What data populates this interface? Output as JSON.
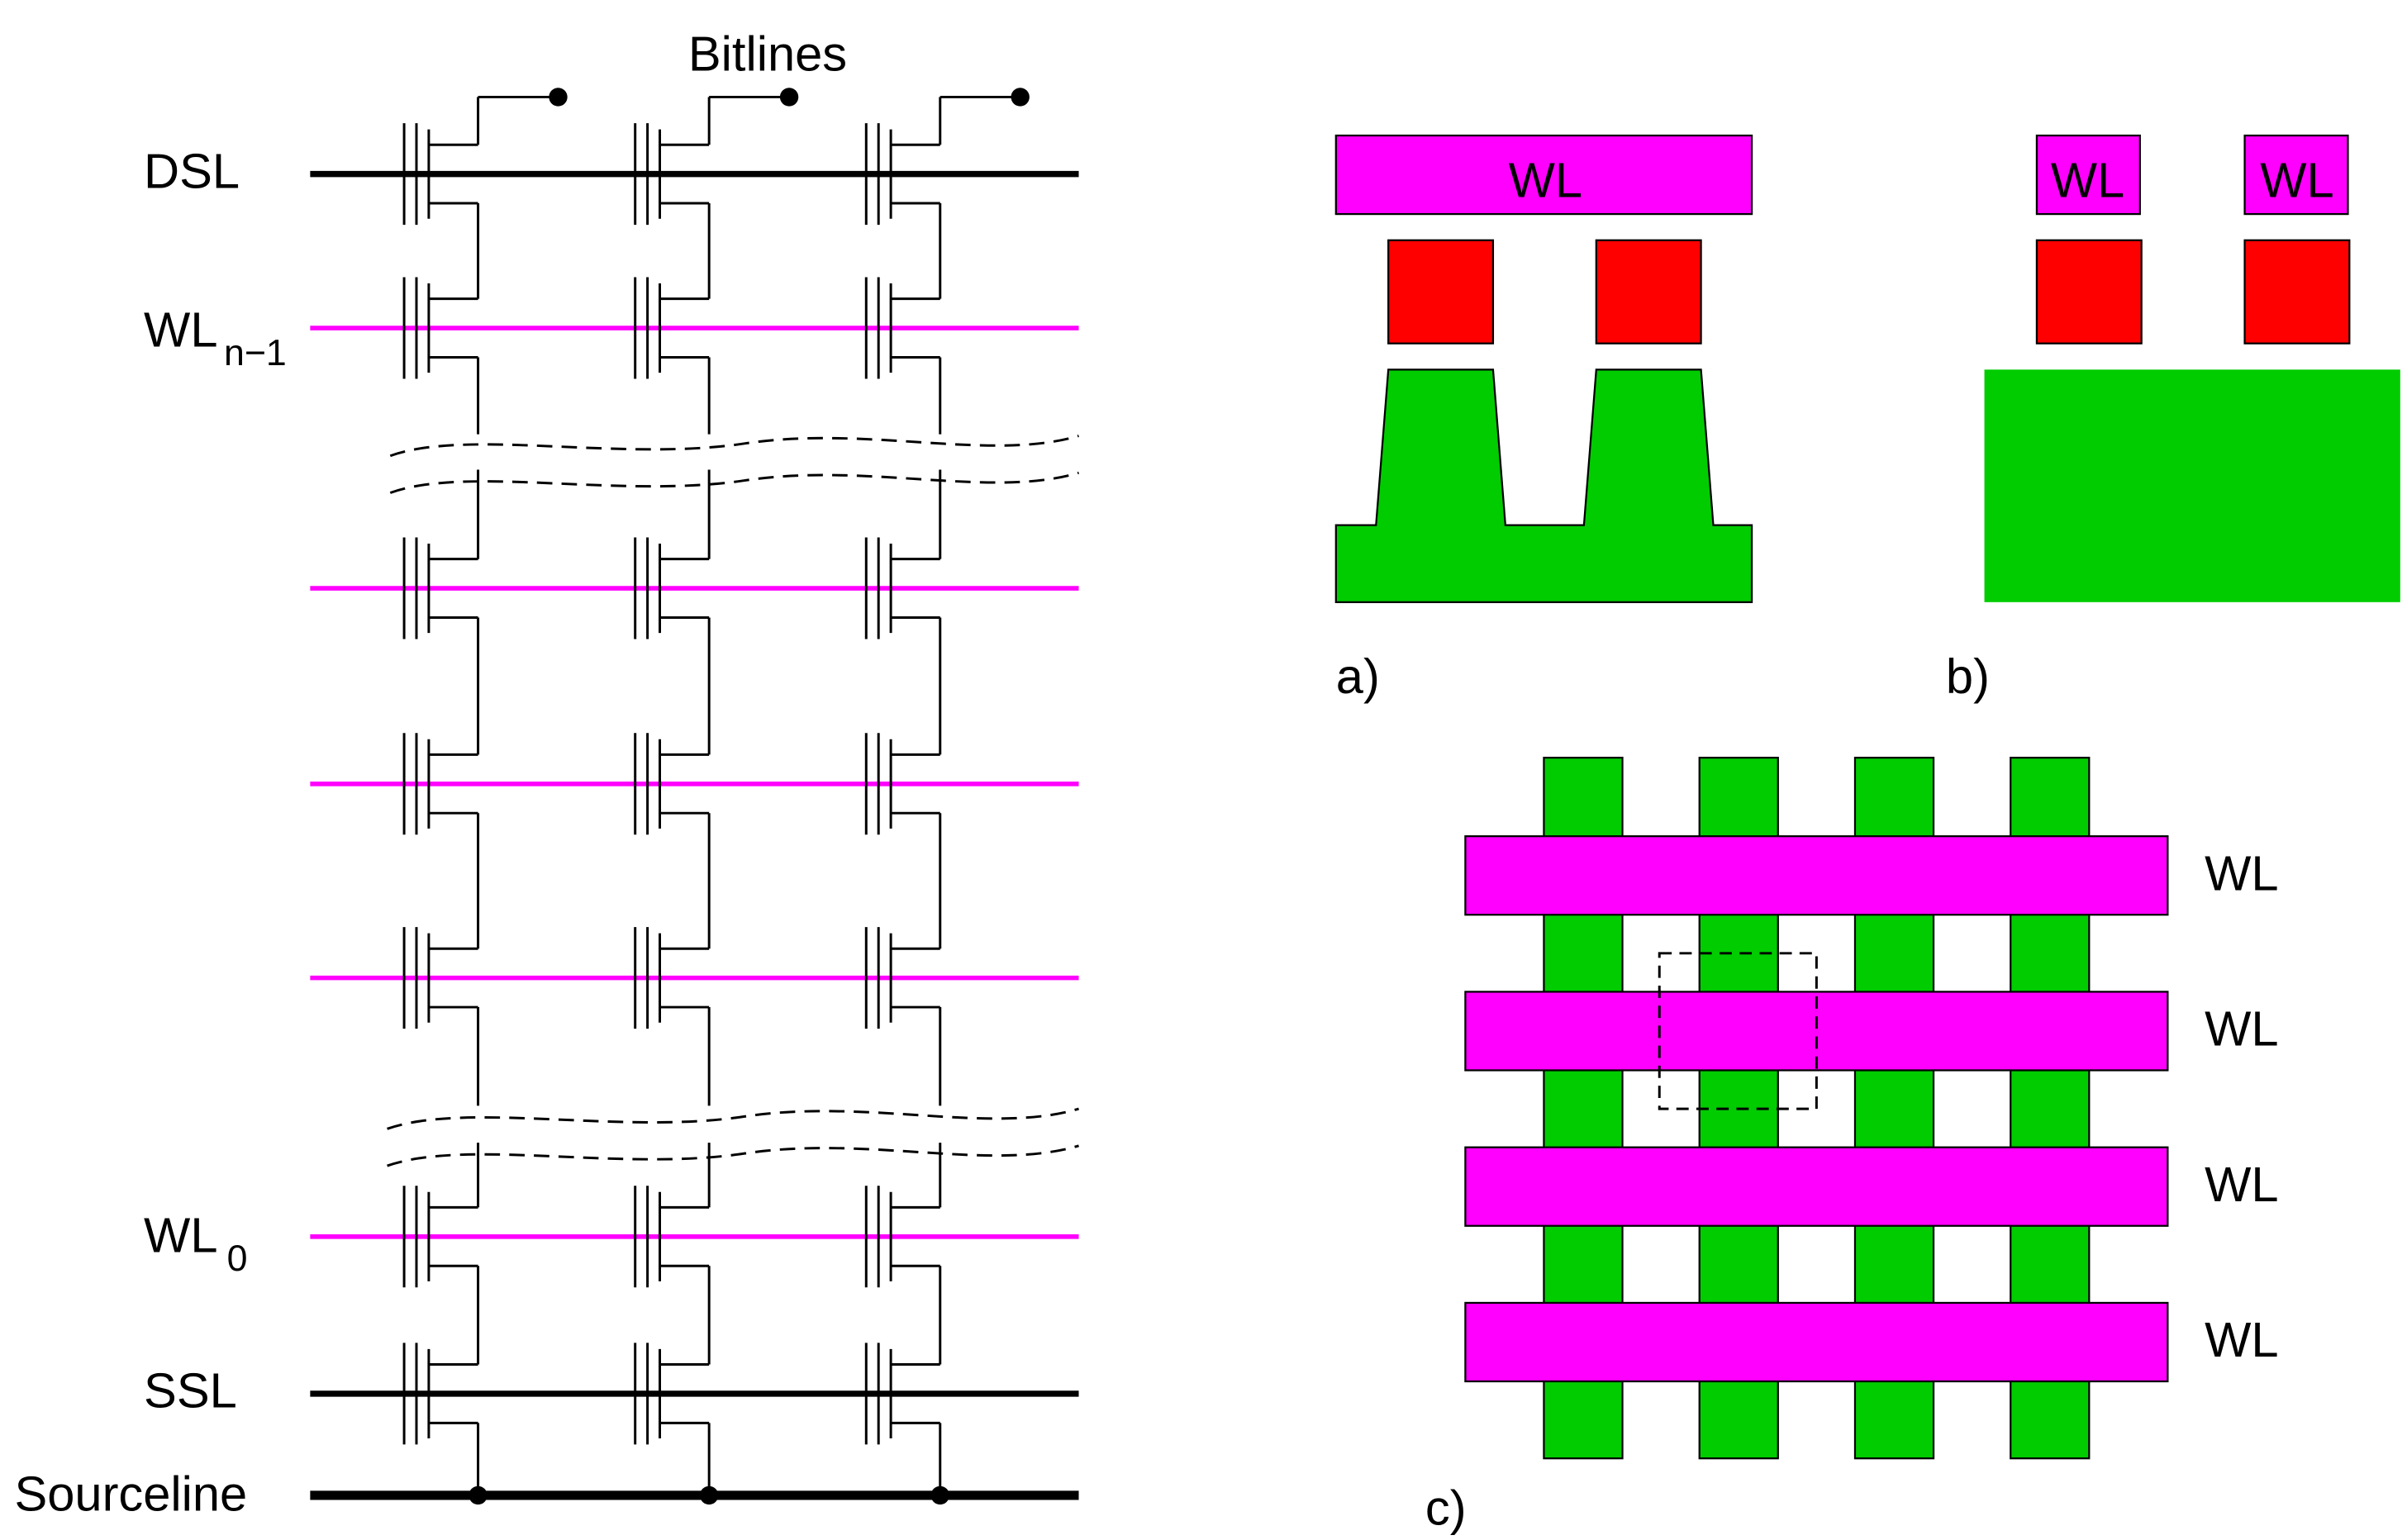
{
  "colors": {
    "wordline": "#ff00ff",
    "floating_gate": "#ff0000",
    "active": "#00cc00",
    "line": "#000000",
    "background": "#ffffff"
  },
  "schematic": {
    "bitlines_label": "Bitlines",
    "dsl_label": "DSL",
    "wl_top": {
      "base": "WL",
      "sub": "n−1"
    },
    "wl_bottom": {
      "base": "WL",
      "sub": "0"
    },
    "ssl_label": "SSL",
    "sourceline_label": "Sourceline"
  },
  "panel_a": {
    "wl_label": "WL",
    "caption": "a)"
  },
  "panel_b": {
    "wl_labels": [
      "WL",
      "WL"
    ],
    "caption": "b)"
  },
  "panel_c": {
    "wl_labels": [
      "WL",
      "WL",
      "WL",
      "WL"
    ],
    "caption": "c)"
  }
}
